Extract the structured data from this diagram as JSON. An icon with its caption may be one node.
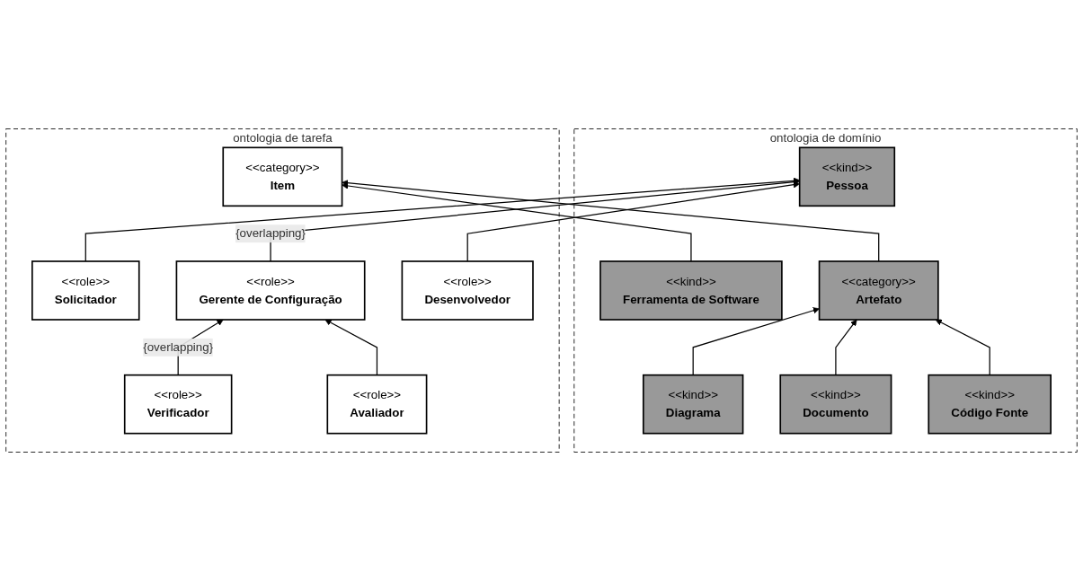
{
  "diagram": {
    "nodes": [
      {
        "text": [
          "ontologia de domínio"
        ]
      },
      {
        "text": [
          "<<kind>>",
          "Diagrama"
        ],
        "in": 0
      },
      {
        "text": [
          "<<kind>>",
          "Documento"
        ],
        "in": 0
      },
      {
        "text": [
          "<<kind>>",
          "Código Fonte"
        ],
        "in": 0
      },
      {
        "text": [
          "<<kind>>",
          "Pessoa"
        ],
        "in": 0
      },
      {
        "text": [
          "<<kind>>",
          "Ferramenta de Software"
        ],
        "in": 0
      },
      {
        "text": [
          "<<category>>",
          "Artefato"
        ],
        "in": 0
      },
      {
        "text": [
          "ontologia de tarefa"
        ]
      },
      {
        "text": [
          "<<role>>",
          "Solicitador"
        ],
        "in": 7
      },
      {
        "text": [
          "<<role>>",
          "Gerente de Configuração"
        ],
        "in": 7
      },
      {
        "text": [
          "<<role>>",
          "Desenvolvedor"
        ],
        "in": 7
      },
      {
        "text": [
          "<<category>>",
          "Item"
        ],
        "in": 7
      },
      {
        "text": [
          "<<role>>",
          "Verificador"
        ],
        "in": 7
      },
      {
        "text": [
          "<<role>>",
          "Avaliador"
        ],
        "in": 7
      }
    ],
    "edges": [
      {
        "from": 1,
        "to": 6,
        "arrow": "to"
      },
      {
        "from": 2,
        "to": 6,
        "arrow": "to"
      },
      {
        "from": 3,
        "to": 6,
        "arrow": "to"
      },
      {
        "from": 5,
        "to": 11,
        "arrow": "to"
      },
      {
        "from": 6,
        "to": 11,
        "arrow": "to"
      },
      {
        "from": 8,
        "to": 4,
        "arrow": "to"
      },
      {
        "from": 9,
        "to": 4,
        "arrow": "to",
        "label": "{overlapping}"
      },
      {
        "from": 10,
        "to": 4,
        "arrow": "to"
      },
      {
        "from": 12,
        "to": 9,
        "arrow": "to",
        "label": "{overlapping}"
      },
      {
        "from": 13,
        "to": 9,
        "arrow": "to"
      }
    ]
  }
}
